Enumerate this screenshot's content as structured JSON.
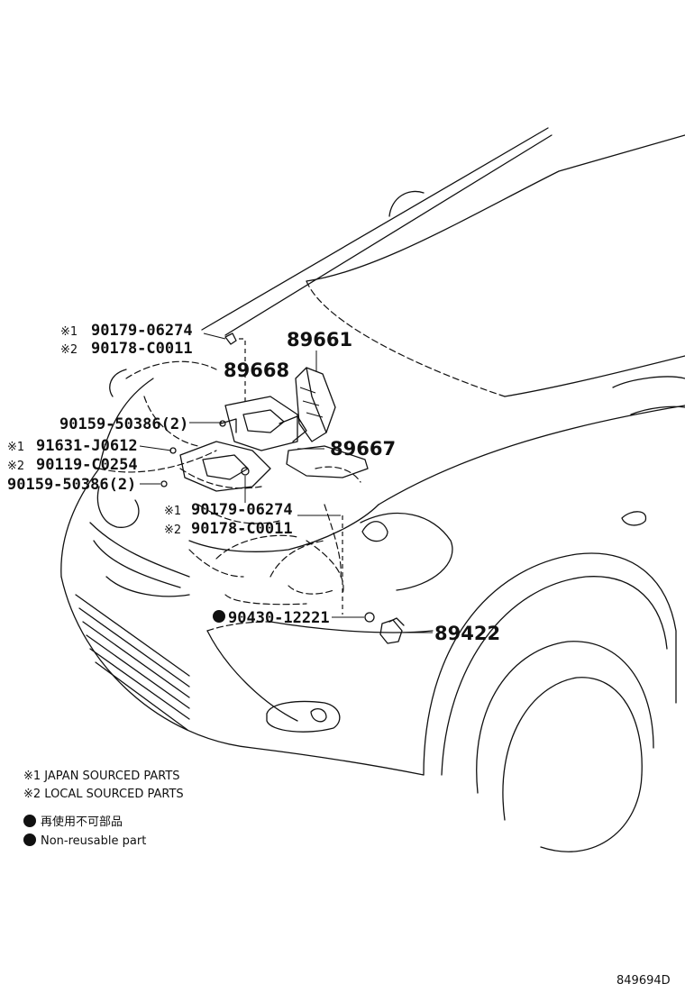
{
  "callouts": {
    "nut_top": {
      "mark_1": "※1",
      "part_1": "90179-06274",
      "mark_2": "※2",
      "part_2": "90178-C0011"
    },
    "computer": "89661",
    "bracket": "89668",
    "bolt_upper": "90159-50386(2)",
    "screw": {
      "mark_1": "※1",
      "part_1": "91631-J0612",
      "mark_2": "※2",
      "part_2": "90119-C0254"
    },
    "bolt_lower": "90159-50386(2)",
    "sensor_bracket": "89667",
    "nut_lower": {
      "mark_1": "※1",
      "part_1": "90179-06274",
      "mark_2": "※2",
      "part_2": "90178-C0011"
    },
    "clip": "90430-12221",
    "sensor": "89422"
  },
  "legend": {
    "line_1": "※1 JAPAN SOURCED PARTS",
    "line_2": "※2 LOCAL SOURCED PARTS",
    "line_3": "再使用不可部品",
    "line_4": "Non-reusable part"
  },
  "diagram_code": "849694D"
}
